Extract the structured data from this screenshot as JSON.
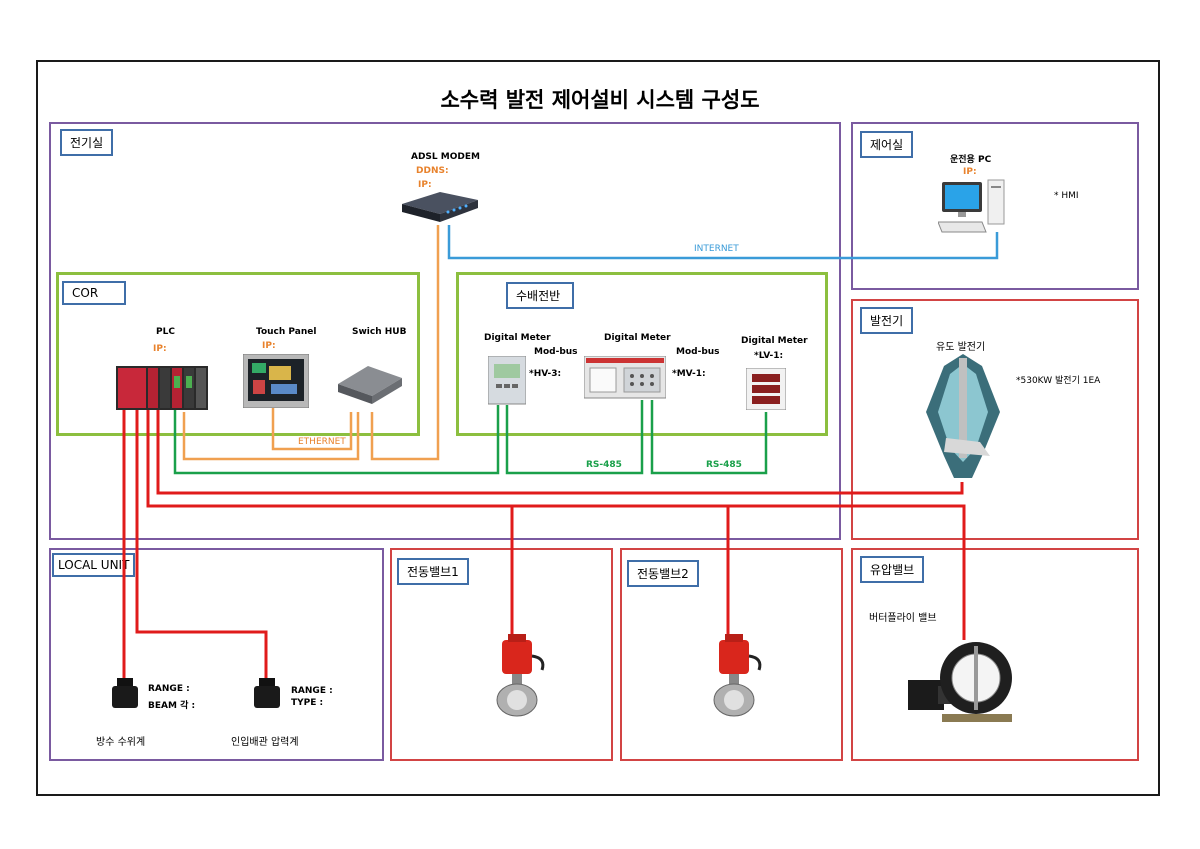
{
  "title": "소수력 발전 제어설비 시스템 구성도",
  "sections": {
    "electric_room": "전기실",
    "control_room": "제어실",
    "cor": "COR",
    "switchgear": "수배전반",
    "generator": "발전기",
    "local_unit": "LOCAL UNIT",
    "valve1": "전동밸브1",
    "valve2": "전동밸브2",
    "hydraulic_valve": "유압밸브"
  },
  "devices": {
    "adsl": {
      "name": "ADSL MODEM",
      "ddns": "DDNS:",
      "ip": "IP:"
    },
    "pc": {
      "name": "운전용 PC",
      "ip": "IP:",
      "note": "* HMI"
    },
    "plc": {
      "name": "PLC",
      "ip": "IP:"
    },
    "touch_panel": {
      "name": "Touch Panel",
      "ip": "IP:"
    },
    "hub": {
      "name": "Swich HUB"
    },
    "meter_hv": {
      "name": "Digital Meter",
      "protocol": "Mod-bus",
      "id": "*HV-3:"
    },
    "meter_mv": {
      "name": "Digital Meter",
      "protocol": "Mod-bus",
      "id": "*MV-1:"
    },
    "meter_lv": {
      "name": "Digital Meter",
      "id": "*LV-1:"
    },
    "generator": {
      "name": "유도 발전기",
      "spec": "*530KW 발전기 1EA"
    },
    "butterfly": {
      "name": "버터플라이 밸브"
    },
    "sensor1": {
      "range": "RANGE :",
      "beam": "BEAM 각 :",
      "name": "방수 수위계"
    },
    "sensor2": {
      "range": "RANGE :",
      "type": "TYPE :",
      "name": "인입배관 압력계"
    }
  },
  "links": {
    "internet": "INTERNET",
    "ethernet": "ETHERNET",
    "rs485_a": "RS-485",
    "rs485_b": "RS-485"
  },
  "colors": {
    "power_line": "#e01b1b",
    "ethernet_line": "#f0a050",
    "rs485_line": "#1aa04a",
    "internet_line": "#3a9bd8",
    "section_purple": "#7a5aa0",
    "section_green": "#8cbf3f",
    "section_red": "#d24444",
    "tag_border": "#3f6ea8"
  }
}
